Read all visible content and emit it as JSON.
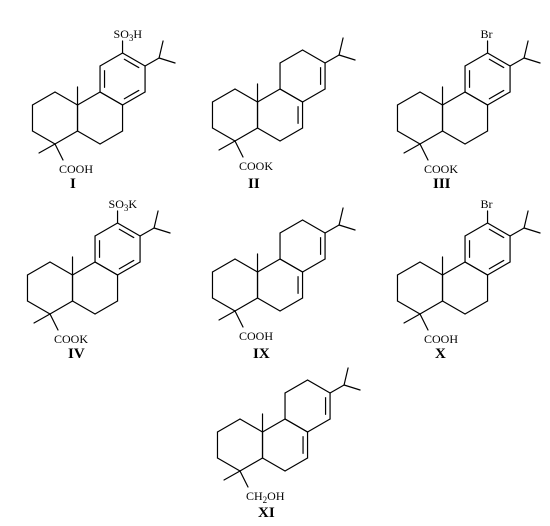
{
  "molecules": [
    {
      "id": "I",
      "label": "I",
      "carboxyl": "COOH",
      "ring_c": "aromatic",
      "substituent": "SO3H",
      "substituent_main": "SO",
      "substituent_sub": "3",
      "substituent_tail": "H"
    },
    {
      "id": "II",
      "label": "II",
      "carboxyl": "COOK",
      "ring_c": "diene",
      "substituent": ""
    },
    {
      "id": "III",
      "label": "III",
      "carboxyl": "COOK",
      "ring_c": "aromatic",
      "substituent": "Br"
    },
    {
      "id": "IV",
      "label": "IV",
      "carboxyl": "COOK",
      "ring_c": "aromatic",
      "substituent": "SO3K",
      "substituent_main": "SO",
      "substituent_sub": "3",
      "substituent_tail": "K"
    },
    {
      "id": "IX",
      "label": "IX",
      "carboxyl": "COOH",
      "ring_c": "diene",
      "substituent": ""
    },
    {
      "id": "X",
      "label": "X",
      "carboxyl": "COOH",
      "ring_c": "aromatic",
      "substituent": "Br"
    },
    {
      "id": "XI",
      "label": "XI",
      "carboxyl": "CH2OH",
      "carboxyl_main": "CH",
      "carboxyl_sub": "2",
      "carboxyl_tail": "OH",
      "ring_c": "diene",
      "substituent": ""
    }
  ]
}
